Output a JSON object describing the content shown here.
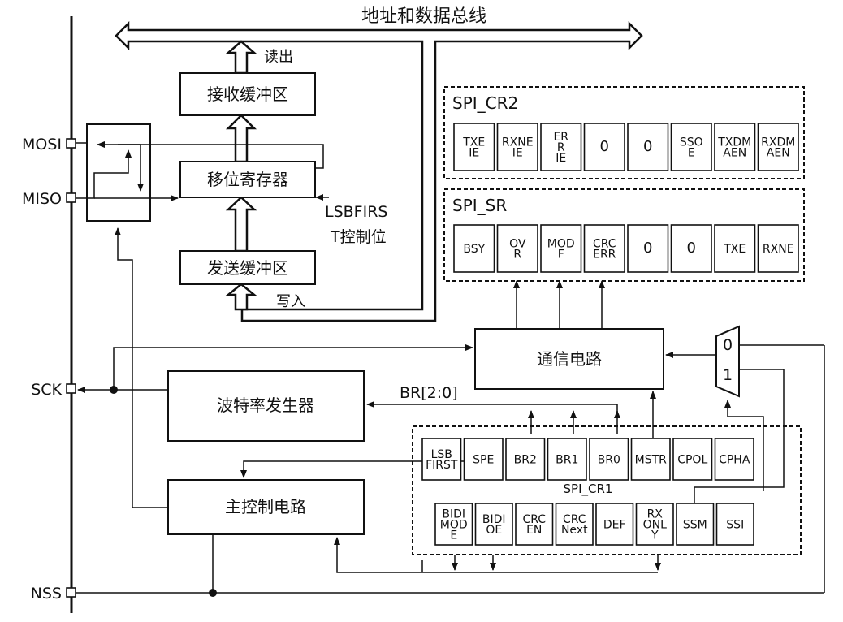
{
  "bus_label": "地址和数据总线",
  "pins": {
    "mosi": "MOSI",
    "miso": "MISO",
    "sck": "SCK",
    "nss": "NSS"
  },
  "blocks": {
    "rx_buffer": "接收缓冲区",
    "shift_register": "移位寄存器",
    "tx_buffer": "发送缓冲区",
    "comm_circuit": "通信电路",
    "baud_generator": "波特率发生器",
    "master_control": "主控制电路"
  },
  "labels": {
    "read_out": "读出",
    "write_in": "写入",
    "lsbfirst_line1": "LSBFIRS",
    "lsbfirst_line2": "T控制位",
    "br_field": "BR[2:0]",
    "mux_0": "0",
    "mux_1": "1"
  },
  "registers": {
    "cr2": {
      "name": "SPI_CR2",
      "bits": [
        [
          "TXE",
          "IE"
        ],
        [
          "RXNE",
          "IE"
        ],
        [
          "ER",
          "R",
          "IE"
        ],
        [
          "0"
        ],
        [
          "0"
        ],
        [
          "SSO",
          "E"
        ],
        [
          "TXDM",
          "AEN"
        ],
        [
          "RXDM",
          "AEN"
        ]
      ]
    },
    "sr": {
      "name": "SPI_SR",
      "bits": [
        [
          "BSY"
        ],
        [
          "OV",
          "R"
        ],
        [
          "MOD",
          "F"
        ],
        [
          "CRC",
          "ERR"
        ],
        [
          "0"
        ],
        [
          "0"
        ],
        [
          "TXE"
        ],
        [
          "RXNE"
        ]
      ]
    },
    "cr1": {
      "name": "SPI_CR1",
      "row1": [
        [
          "LSB",
          "FIRST"
        ],
        [
          "SPE"
        ],
        [
          "BR2"
        ],
        [
          "BR1"
        ],
        [
          "BR0"
        ],
        [
          "MSTR"
        ],
        [
          "CPOL"
        ],
        [
          "CPHA"
        ]
      ],
      "row2": [
        [
          "BIDI",
          "MOD",
          "E"
        ],
        [
          "BIDI",
          "OE"
        ],
        [
          "CRC",
          "EN"
        ],
        [
          "CRC",
          "Next"
        ],
        [
          "DEF"
        ],
        [
          "RX",
          "ONL",
          "Y"
        ],
        [
          "SSM"
        ],
        [
          "SSI"
        ]
      ]
    }
  }
}
